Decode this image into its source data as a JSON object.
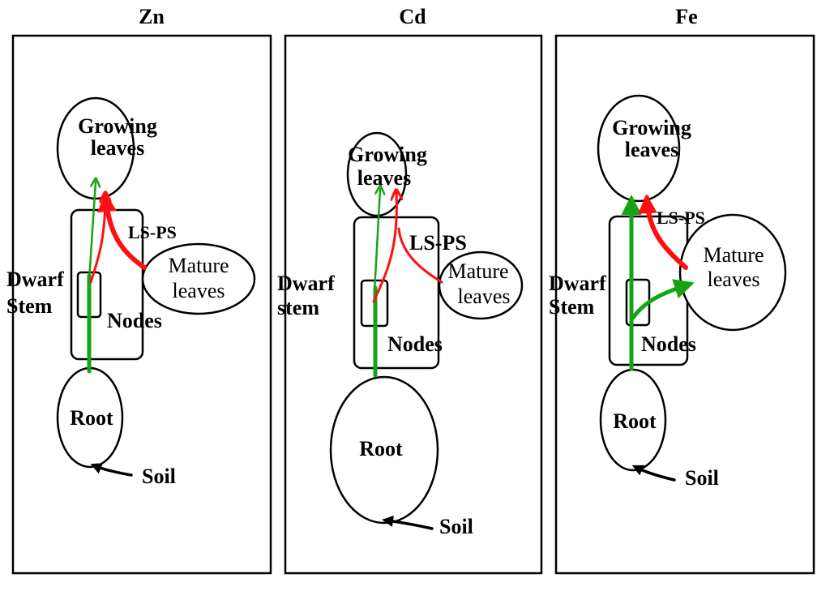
{
  "panels": [
    {
      "title": "Zn",
      "growing_leaves": [
        "Growing",
        "leaves"
      ],
      "mature_leaves": [
        "Mature",
        "leaves"
      ],
      "transfer": "LS-PS",
      "stem": [
        "Dwarf",
        "Stem"
      ],
      "nodes": "Nodes",
      "root": "Root",
      "soil": "Soil"
    },
    {
      "title": "Cd",
      "growing_leaves": [
        "Growing",
        "leaves"
      ],
      "mature_leaves": [
        "Mature",
        "leaves"
      ],
      "transfer": "LS-PS",
      "stem": [
        "Dwarf",
        "stem"
      ],
      "nodes": "Nodes",
      "root": "Root",
      "soil": "Soil"
    },
    {
      "title": "Fe",
      "growing_leaves": [
        "Growing",
        "leaves"
      ],
      "mature_leaves": [
        "Mature",
        "leaves"
      ],
      "transfer": "LS-PS",
      "stem": [
        "Dwarf",
        "Stem"
      ],
      "nodes": "Nodes",
      "root": "Root",
      "soil": "Soil"
    }
  ],
  "colors": {
    "xylem_arrow": "#15a415",
    "phloem_arrow": "#ff1010",
    "outline": "#000000"
  }
}
